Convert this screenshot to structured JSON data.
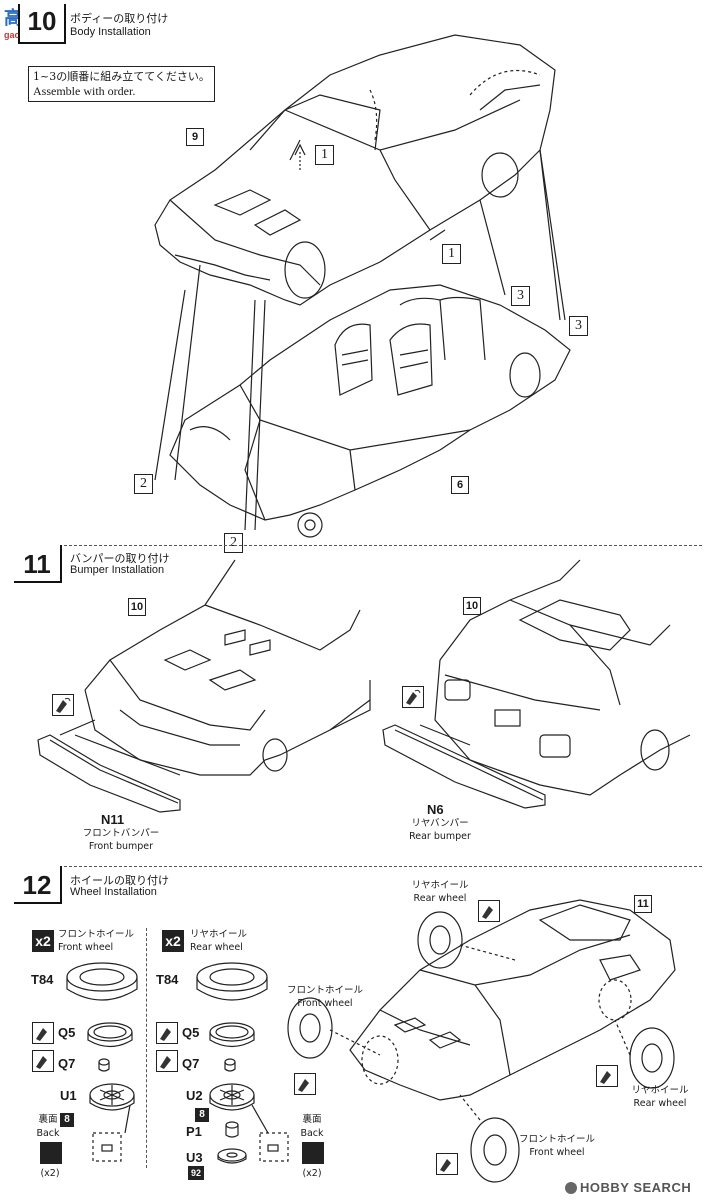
{
  "watermark_top": {
    "line1": "高手网",
    "line2": "gao-shou.com"
  },
  "step10": {
    "number": "10",
    "title_jp": "ボディーの取り付け",
    "title_en": "Body Installation",
    "note_jp": "1~3の順番に組み立ててください。",
    "note_en": "Assemble with order.",
    "part_body": "9",
    "part_chassis": "6",
    "order_labels": [
      "1",
      "1",
      "2",
      "2",
      "3",
      "3"
    ]
  },
  "step11": {
    "number": "11",
    "title_jp": "バンパーの取り付け",
    "title_en": "Bumper Installation",
    "left_part": "10",
    "right_part": "10",
    "front_code": "N11",
    "front_jp": "フロントバンパー",
    "front_en": "Front bumper",
    "rear_code": "N6",
    "rear_jp": "リヤバンパー",
    "rear_en": "Rear bumper"
  },
  "step12": {
    "number": "12",
    "title_jp": "ホイールの取り付け",
    "title_en": "Wheel Installation",
    "front_multiplier": "x2",
    "front_jp": "フロントホイール",
    "front_en": "Front wheel",
    "rear_multiplier": "x2",
    "rear_jp": "リヤホイール",
    "rear_en": "Rear wheel",
    "front_parts": [
      "T84",
      "Q5",
      "Q7",
      "U1"
    ],
    "rear_parts": [
      "T84",
      "Q5",
      "Q7",
      "U2",
      "P1",
      "U3"
    ],
    "front_back_num": "8",
    "rear_back_num": "8",
    "rear_u3_num": "92",
    "back_jp": "裏面",
    "back_en": "Back",
    "twice": "(x2)",
    "car_part": "11",
    "rear_wheel_jp": "リヤホイール",
    "rear_wheel_en": "Rear wheel",
    "front_wheel_jp": "フロントホイール",
    "front_wheel_en": "Front wheel",
    "rear_wheel2_jp": "リヤホイール",
    "rear_wheel2_en": "Rear wheel",
    "front_wheel2_jp": "フロントホイール",
    "front_wheel2_en": "Front wheel"
  },
  "watermark_bottom": "HOBBY SEARCH"
}
